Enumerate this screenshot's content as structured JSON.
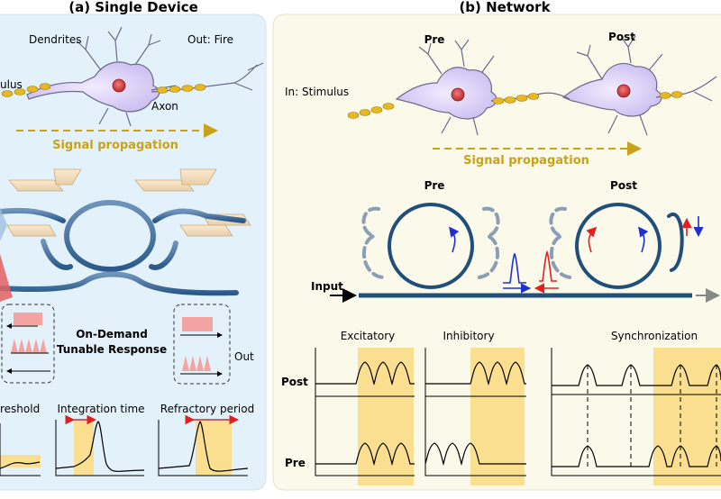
{
  "panels": {
    "a": {
      "title": "(a) Single Device",
      "dendrites_label": "Dendrites",
      "out_label": "Out: Fire",
      "stimulus_label": "ulus",
      "axon_label": "Axon",
      "signal_label": "Signal propagation",
      "response_line1": "On-Demand",
      "response_line2": "Tunable Response",
      "out_small": "Out",
      "threshold_label": "reshold",
      "integration_label": "Integration time",
      "refractory_label": "Refractory period"
    },
    "b": {
      "title": "(b) Network",
      "pre_label": "Pre",
      "post_label": "Post",
      "stimulus_label": "In: Stimulus",
      "signal_label": "Signal propagation",
      "ring_pre_label": "Pre",
      "ring_post_label": "Post",
      "input_label": "Input",
      "excitatory_label": "Excitatory",
      "inhibitory_label": "Inhibitory",
      "sync_label": "Synchronization",
      "row_post": "Post",
      "row_pre": "Pre"
    }
  },
  "colors": {
    "panel_a_bg": "#e3f2fa",
    "panel_b_bg": "#fbf9ea",
    "signal_gold": "#c9a21a",
    "highlight": "#f9df8f",
    "waveguide": "#1f4f7a",
    "excitatory": "#e02020",
    "inhibitory": "#2030d0",
    "pulse_pink": "#f4a3a3"
  }
}
